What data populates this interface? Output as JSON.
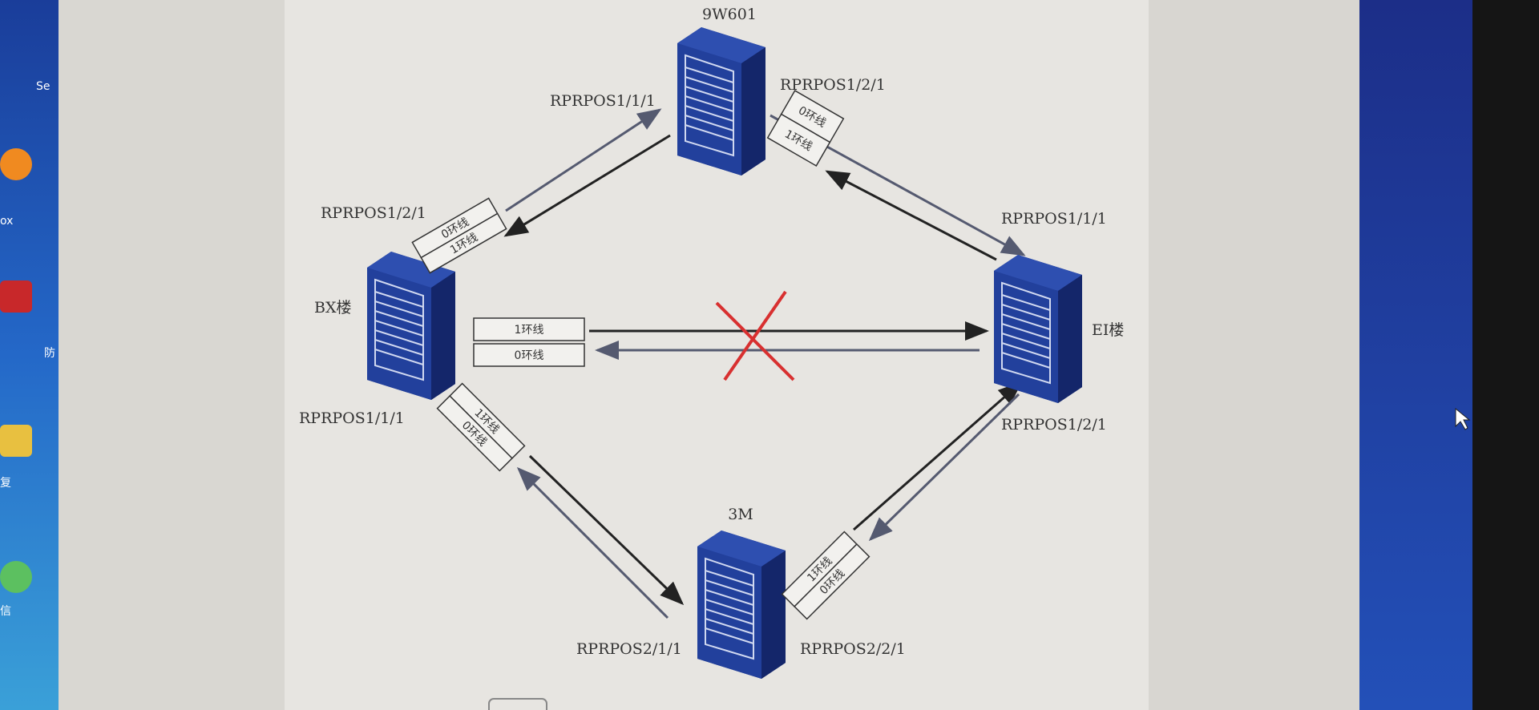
{
  "desktop": {
    "icon_labels": [
      "ox",
      "防",
      "复",
      "信"
    ],
    "fragment_label": "Se"
  },
  "diagram": {
    "nodes": {
      "top": "9W601",
      "left": "BX楼",
      "right": "EI楼",
      "bottom": "3M"
    },
    "ports": {
      "top_left": "RPRPOS1/1/1",
      "top_right": "RPRPOS1/2/1",
      "left_top": "RPRPOS1/2/1",
      "left_bottom": "RPRPOS1/1/1",
      "right_top": "RPRPOS1/1/1",
      "right_bottom": "RPRPOS1/2/1",
      "bottom_left": "RPRPOS2/1/1",
      "bottom_right": "RPRPOS2/2/1"
    },
    "ring_labels": {
      "ring0": "0环线",
      "ring1": "1环线"
    },
    "broken_link": "BX楼 - EI楼",
    "colors": {
      "device": "#1f3a8f",
      "cross": "#d83030",
      "arrow": "#222222"
    }
  }
}
